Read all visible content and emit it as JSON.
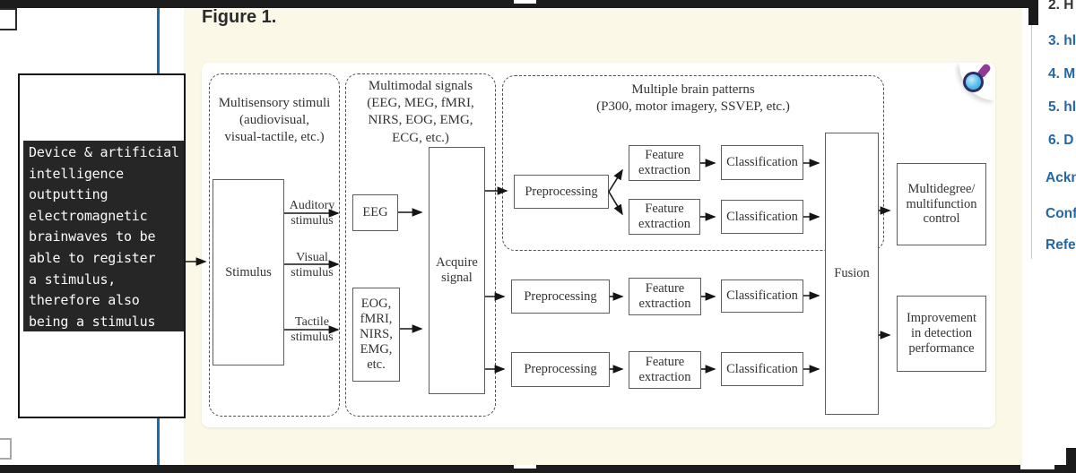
{
  "figure": {
    "label": "Figure 1."
  },
  "annotation": {
    "text": "Device & artificial\nintelligence\noutputting\nelectromagnetic\nbrainwaves to be\nable to register\na stimulus,\ntherefore also\nbeing a stimulus"
  },
  "sidebar": {
    "items": [
      {
        "label": "2. H"
      },
      {
        "label": "3. hl"
      },
      {
        "label": "4. M"
      },
      {
        "label": "5. hl"
      },
      {
        "label": "6. D"
      },
      {
        "label": "Ackn"
      },
      {
        "label": "Conf"
      },
      {
        "label": "Refe"
      }
    ]
  },
  "diagram": {
    "groups": {
      "multisensory": "Multisensory stimuli\n(audiovisual,\nvisual-tactile, etc.)",
      "multimodal": "Multimodal signals\n(EEG, MEG, fMRI,\nNIRS, EOG, EMG,\nECG, etc.)",
      "patterns": "Multiple brain patterns\n(P300, motor imagery, SSVEP, etc.)"
    },
    "nodes": {
      "stimulus": "Stimulus",
      "eeg": "EEG",
      "other_signals": "EOG,\nfMRI,\nNIRS,\nEMG,\netc.",
      "acquire": "Acquire\nsignal",
      "preprocessing": "Preprocessing",
      "feature_extraction": "Feature\nextraction",
      "classification": "Classification",
      "fusion": "Fusion",
      "control": "Multidegree/\nmultifunction\ncontrol",
      "improvement": "Improvement\nin detection\nperformance"
    },
    "flows": {
      "auditory": "Auditory\nstimulus",
      "visual": "Visual\nstimulus",
      "tactile": "Tactile\nstimulus"
    }
  },
  "icons": {
    "zoom": "magnifier-zoom-icon"
  },
  "colors": {
    "accent_blue_line": "#1a6cae",
    "link_blue": "#2566a6",
    "cream_background": "#fcf8e7",
    "annotation_background": "#262626",
    "window_bar": "#1c1c1c"
  }
}
